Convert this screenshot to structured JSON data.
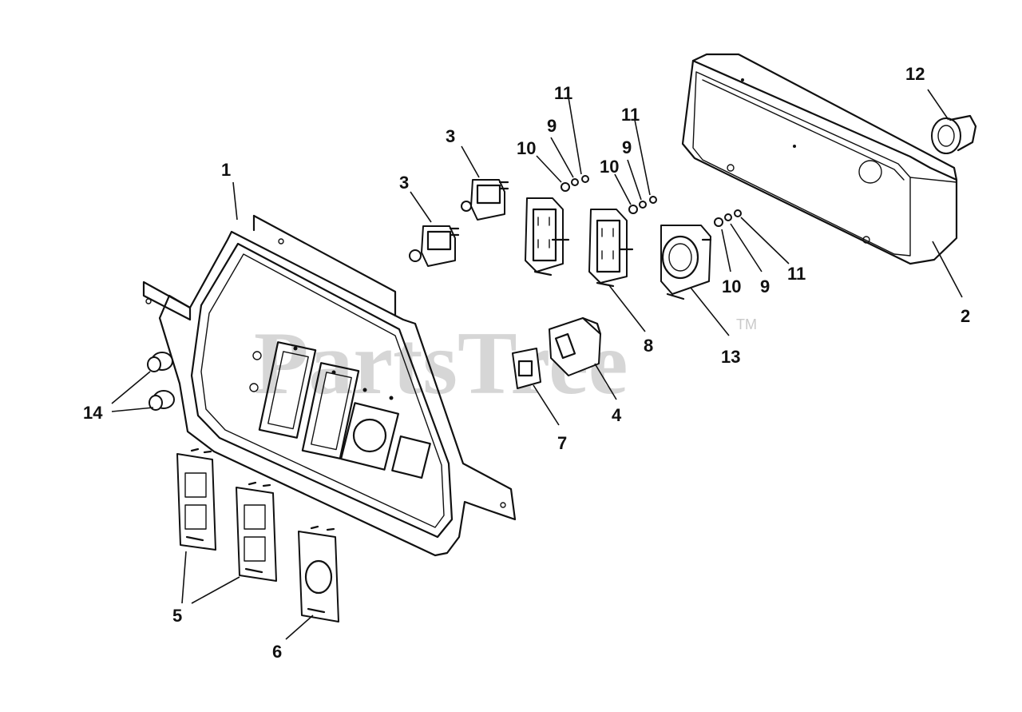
{
  "watermark": {
    "text": "PartsTree",
    "tm": "TM"
  },
  "callouts": [
    "1",
    "2",
    "3",
    "3",
    "4",
    "5",
    "6",
    "7",
    "8",
    "9",
    "9",
    "9",
    "10",
    "10",
    "10",
    "11",
    "11",
    "11",
    "12",
    "13",
    "14"
  ],
  "colors": {
    "line": "#111111",
    "watermark": "#c9c9c9",
    "background": "#ffffff"
  }
}
